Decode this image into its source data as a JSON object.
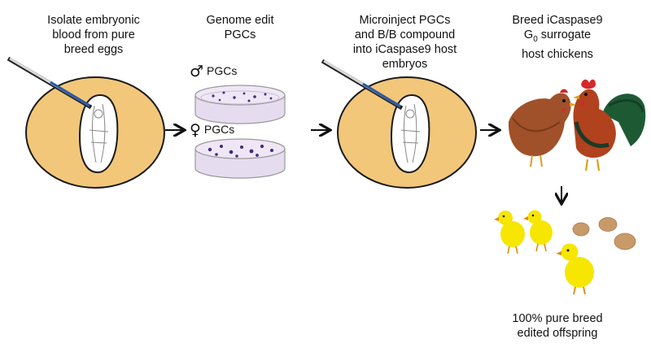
{
  "steps": [
    {
      "lines": [
        "Isolate embryonic",
        "blood from pure",
        "breed eggs"
      ]
    },
    {
      "lines": [
        "Genome edit",
        "PGCs"
      ]
    },
    {
      "lines": [
        "Microinject PGCs",
        "and B/B compound",
        "into iCaspase9 host",
        "embryos"
      ]
    },
    {
      "lines": [
        "Breed iCaspase9",
        "surrogate",
        "host chickens"
      ],
      "prefix": "G",
      "subscript": "0"
    },
    {
      "lines": [
        "100% pure breed",
        "edited offspring"
      ]
    }
  ],
  "dishes": [
    {
      "symbol": "♂",
      "label": "PGCs"
    },
    {
      "symbol": "♀",
      "label": "PGCs"
    }
  ],
  "colors": {
    "egg_yolk": "#f2c77a",
    "egg_outline": "#1a1a1a",
    "dish": "#e6dcef",
    "cells": "#3a2f7a",
    "chick": "#f6e600",
    "hen": "#a0512a",
    "rooster_tail": "#1d5a34"
  }
}
